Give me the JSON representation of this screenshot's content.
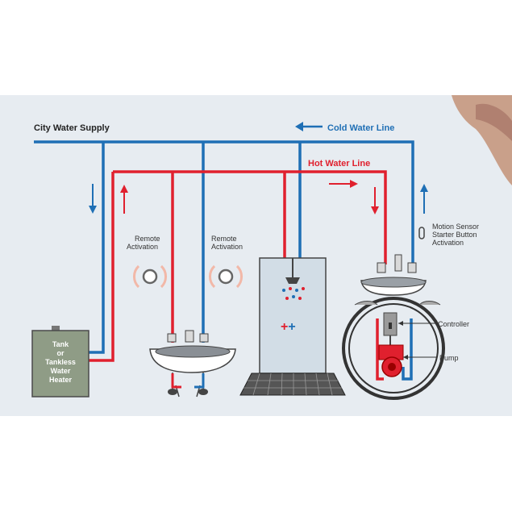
{
  "labels": {
    "city_water_supply": "City Water Supply",
    "cold_water_line": "Cold Water Line",
    "hot_water_line": "Hot Water Line",
    "remote_activation_line1": "Remote",
    "remote_activation_line2": "Activation",
    "motion_sensor_line1": "Motion Sensor",
    "motion_sensor_line2": "Starter Button",
    "motion_sensor_line3": "Activation",
    "heater_line1": "Tank",
    "heater_line2": "or",
    "heater_line3": "Tankless",
    "heater_line4": "Water",
    "heater_line5": "Heater",
    "controller": "Controller",
    "pump": "Pump",
    "shower_plus": "++"
  },
  "colors": {
    "cold": "#1f6fb5",
    "hot": "#e0202e",
    "panel_bg": "#e7ecf1",
    "text_dark": "#222222"
  }
}
